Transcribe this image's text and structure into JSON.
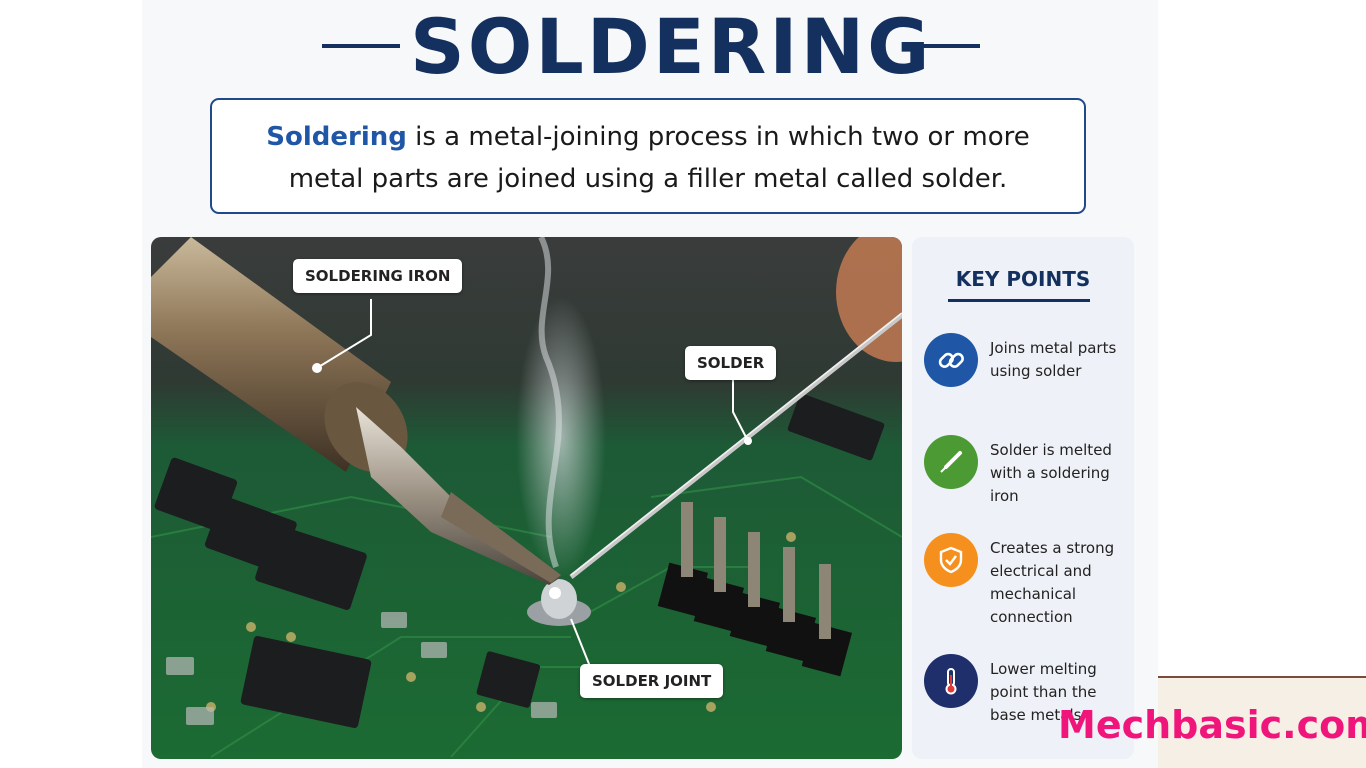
{
  "title": "SOLDERING",
  "definition": {
    "highlight": "Soldering",
    "rest_line1": " is a metal-joining process in which two or more",
    "line2": "metal parts are joined using a filler metal called solder."
  },
  "callouts": {
    "iron": "SOLDERING IRON",
    "solder": "SOLDER",
    "joint": "SOLDER JOINT"
  },
  "key_points": {
    "title": "KEY POINTS",
    "items": [
      {
        "icon": "link-icon",
        "color": "#1f56a6",
        "text": "Joins metal parts using solder"
      },
      {
        "icon": "soldering-pen-icon",
        "color": "#4b9a34",
        "text": "Solder is melted with a soldering iron"
      },
      {
        "icon": "shield-check-icon",
        "color": "#f5901e",
        "text": "Creates a strong electrical and mechanical connection"
      },
      {
        "icon": "thermometer-icon",
        "color": "#1f2f6b",
        "text": "Lower melting point than the base metals"
      }
    ]
  },
  "brand": "Mechbasic.com",
  "colors": {
    "navy": "#14305f",
    "accent_blue": "#1f56a6",
    "brand_pink": "#f0157a"
  }
}
